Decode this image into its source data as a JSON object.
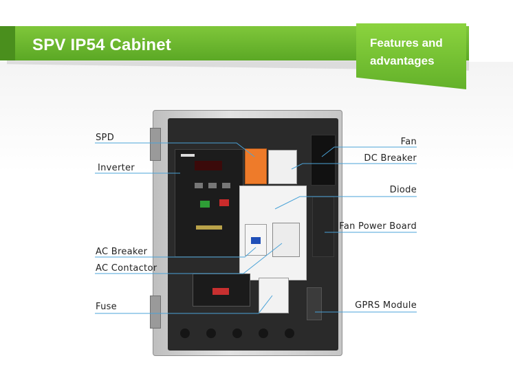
{
  "header": {
    "title": "SPV IP54 Cabinet",
    "features_label": "Features and advantages"
  },
  "labels": {
    "left": [
      "SPD",
      "Inverter",
      "AC Breaker",
      "AC Contactor",
      "Fuse"
    ],
    "right": [
      "Fan",
      "DC Breaker",
      "Diode",
      "Fan Power Board",
      "GPRS Module"
    ]
  },
  "colors": {
    "banner_green": "#6bb82e",
    "leader_blue": "#4aa3d8",
    "spd_orange": "#ee7b2a"
  }
}
